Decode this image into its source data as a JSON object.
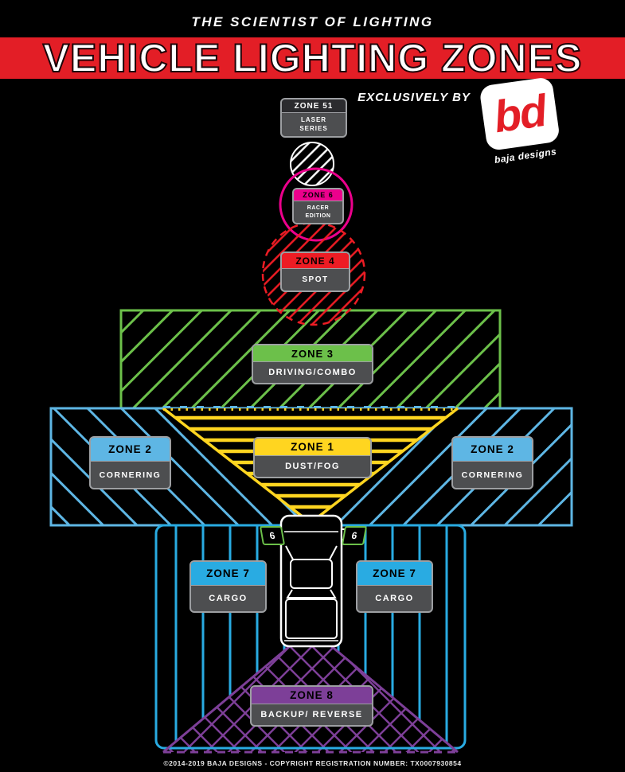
{
  "header": {
    "tagline": "THE SCIENTIST OF LIGHTING",
    "title": "VEHICLE LIGHTING ZONES",
    "banner_color": "#E31E26",
    "exclusively_by": "EXCLUSIVELY BY"
  },
  "logo": {
    "monogram": "bd",
    "wordmark": "baja designs"
  },
  "zones": {
    "zone51": {
      "name": "ZONE 51",
      "line1": "LASER",
      "line2": "SERIES",
      "color": "#2b2b2e"
    },
    "zone6": {
      "name": "ZONE 6",
      "line1": "RACER",
      "line2": "EDITION",
      "color": "#EC008C"
    },
    "zone4": {
      "name": "ZONE 4",
      "subtitle": "SPOT",
      "color": "#ED1C24"
    },
    "zone3": {
      "name": "ZONE 3",
      "subtitle": "DRIVING/COMBO",
      "color": "#6CC04A"
    },
    "zone1": {
      "name": "ZONE 1",
      "subtitle": "DUST/FOG",
      "color": "#FFD520"
    },
    "zone2_left": {
      "name": "ZONE 2",
      "subtitle": "CORNERING",
      "color": "#5EB6E4"
    },
    "zone2_right": {
      "name": "ZONE 2",
      "subtitle": "CORNERING",
      "color": "#5EB6E4"
    },
    "zone7_left": {
      "name": "ZONE 7",
      "subtitle": "CARGO",
      "color": "#29ABE2"
    },
    "zone7_right": {
      "name": "ZONE 7",
      "subtitle": "CARGO",
      "color": "#29ABE2"
    },
    "zone8": {
      "name": "ZONE 8",
      "subtitle": "BACKUP/ REVERSE",
      "color": "#7D3F98"
    }
  },
  "truck_markers": {
    "left": "6",
    "right": "6"
  },
  "footer": {
    "copyright": "©2014-2019 BAJA DESIGNS - COPYRIGHT REGISTRATION NUMBER: TX0007930854"
  }
}
